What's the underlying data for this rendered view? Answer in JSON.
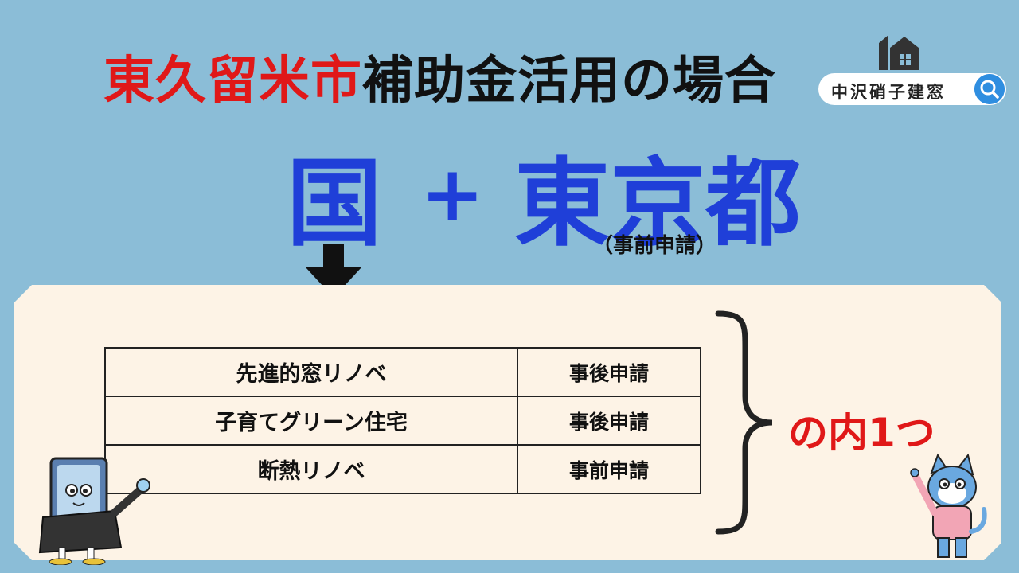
{
  "title": {
    "part_red": "東久留米市",
    "part_black": "補助金活用の場合"
  },
  "brand": {
    "name": "中沢硝子建窓",
    "logo_icon": "house-icon",
    "search_icon": "search-icon"
  },
  "subsidy": {
    "national": "国",
    "plus": "+",
    "tokyo": "東京都",
    "tokyo_note": "（事前申請）"
  },
  "table": {
    "rows": [
      {
        "program": "先進的窓リノベ",
        "application": "事後申請"
      },
      {
        "program": "子育てグリーン住宅",
        "application": "事後申請"
      },
      {
        "program": "断熱リノベ",
        "application": "事前申請"
      }
    ]
  },
  "result": "の内1つ",
  "colors": {
    "background": "#8bbdd7",
    "panel": "#fdf3e6",
    "red": "#e01818",
    "blue": "#1f3fd8",
    "search": "#2f8ee0"
  }
}
